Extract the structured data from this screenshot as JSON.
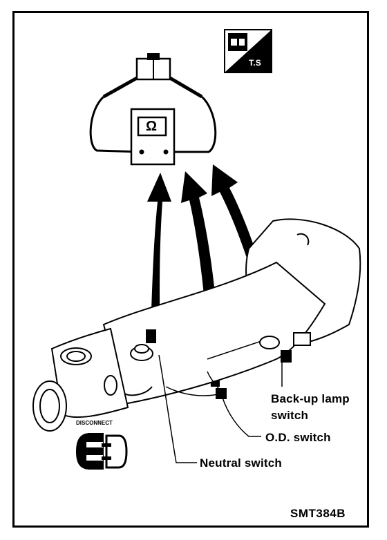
{
  "labels": {
    "backup_line1": "Back-up lamp",
    "backup_line2": "switch",
    "od_switch": "O.D. switch",
    "neutral_switch": "Neutral switch",
    "disconnect": "DISCONNECT",
    "ohm_symbol": "Ω",
    "ts_badge": "T.S",
    "figure_code": "SMT384B"
  }
}
